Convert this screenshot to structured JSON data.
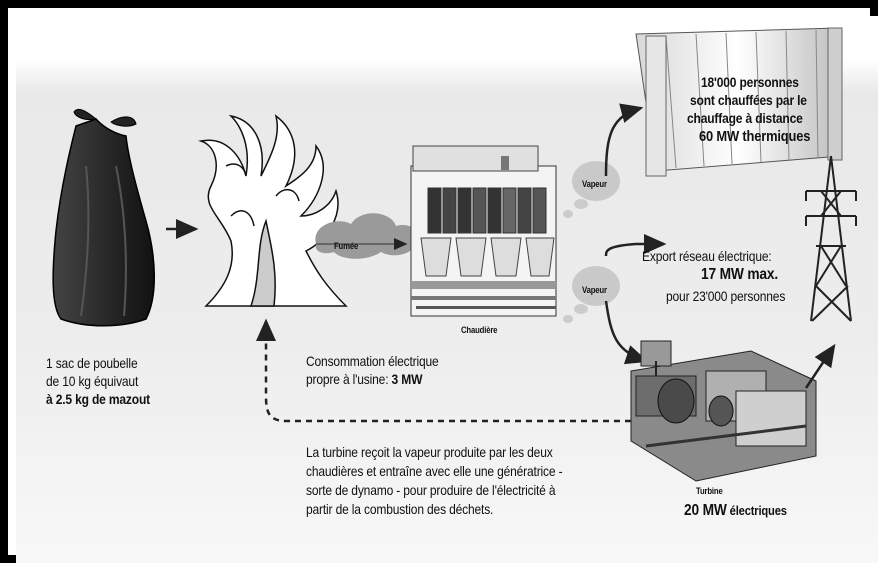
{
  "labels": {
    "bag_line1": "1 sac de poubelle",
    "bag_line2": "de 10 kg équivaut",
    "bag_line3": "à 2.5 kg de mazout",
    "fumee": "Fumée",
    "chaudiere": "Chaudière",
    "vapeur_top": "Vapeur",
    "vapeur_bottom": "Vapeur",
    "turbine": "Turbine",
    "heat_line1": "18'000 personnes",
    "heat_line2": "sont chauffées par le",
    "heat_line3": "chauffage à distance",
    "heat_line4": "60 MW thermiques",
    "export_line1": "Export réseau électrique:",
    "export_line2": "17 MW max.",
    "export_line3": "pour 23'000 personnes",
    "conso_line1": "Consommation électrique",
    "conso_line2_prefix": "propre à l'usine: ",
    "conso_line2_value": "3 MW",
    "turbine_desc_line1": "La turbine reçoit la vapeur produite par les deux",
    "turbine_desc_line2": "chaudières et entraîne avec elle une génératrice -",
    "turbine_desc_line3": "sorte de dynamo - pour produire de l'électricité à",
    "turbine_desc_line4": "partir de la combustion des déchets.",
    "output_value": "20 MW",
    "output_unit": " électriques"
  },
  "icons": [
    "garbage-bag-icon",
    "fire-icon",
    "boiler-icon",
    "radiator-icon",
    "power-pylon-icon",
    "turbine-icon",
    "steam-cloud-icon"
  ]
}
